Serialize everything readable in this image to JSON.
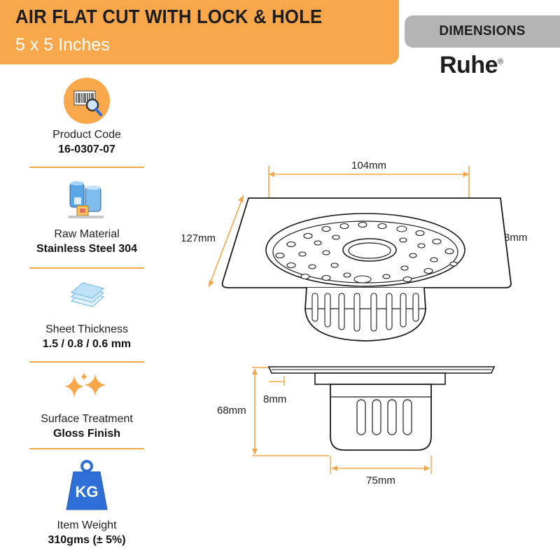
{
  "header": {
    "title": "AIR FLAT CUT WITH LOCK & HOLE",
    "subtitle": "5 x 5 Inches"
  },
  "dimensions_tab": {
    "label": "DIMENSIONS"
  },
  "brand": {
    "name": "Ruhe",
    "mark": "®"
  },
  "specs": [
    {
      "icon": "barcode-magnifier-icon",
      "label": "Product Code",
      "value": "16-0307-07"
    },
    {
      "icon": "material-rolls-icon",
      "label": "Raw Material",
      "value": "Stainless Steel 304"
    },
    {
      "icon": "stacked-sheets-icon",
      "label": "Sheet Thickness",
      "value": "1.5 / 0.8 / 0.6 mm"
    },
    {
      "icon": "sparkle-icon",
      "label": "Surface Treatment",
      "value": "Gloss Finish"
    },
    {
      "icon": "weight-icon",
      "label": "Item Weight",
      "value": "310gms (± 5%)",
      "icon_text": "KG"
    }
  ],
  "drawing": {
    "top_view": {
      "inner_width": "104mm",
      "outer_width": "127mm",
      "flange": "8mm"
    },
    "side_view": {
      "height": "68mm",
      "flange": "8mm",
      "body_width": "75mm"
    }
  },
  "colors": {
    "accent": "#f8a84a",
    "tab": "#b4b4b4",
    "dim_line": "#f3a54c",
    "icon_blue": "#2d6fd6"
  }
}
